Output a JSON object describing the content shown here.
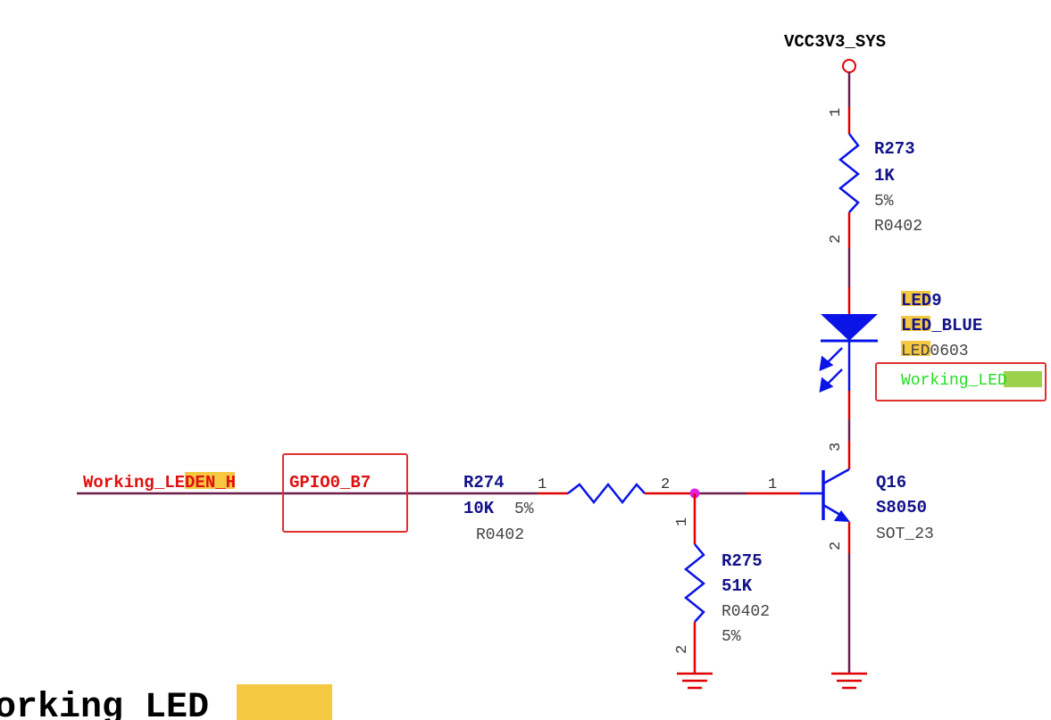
{
  "title": {
    "prefix": "Working",
    "highlight": "LED"
  },
  "power": {
    "net": "VCC3V3_SYS"
  },
  "r273": {
    "ref": "R273",
    "value": "1K",
    "tolerance": "5%",
    "package": "R0402",
    "pin1": "1",
    "pin2": "2"
  },
  "led9": {
    "ref_hl": "LED",
    "ref_num": "9",
    "value_hl": "LED",
    "value_rest": "_BLUE",
    "pkg_hl": "LED",
    "pkg_rest": "0603",
    "desc_prefix": "Working_",
    "desc_hl": "LED"
  },
  "q16": {
    "ref": "Q16",
    "value": "S8050",
    "package": "SOT_23",
    "pin1": "1",
    "pin2": "2",
    "pin3": "3"
  },
  "r274": {
    "ref": "R274",
    "value": "10K",
    "tolerance": "5%",
    "package": "R0402",
    "pin1": "1",
    "pin2": "2"
  },
  "r275": {
    "ref": "R275",
    "value": "51K",
    "package": "R0402",
    "tolerance": "5%",
    "pin1": "1",
    "pin2": "2"
  },
  "net_in": {
    "prefix": "Working_",
    "hl": "LEDEN",
    "suffix": "_H",
    "gpio": "GPIO0_B7"
  },
  "colors": {
    "wire": "#6b1f4a",
    "pin": "#e00000",
    "body": "#0a14e6",
    "netlabel": "#e01010",
    "label_blue": "#12128a",
    "highlight": "#f5c842",
    "highlight_green": "#9bd14b",
    "desc_green": "#22dd22",
    "box": "#e03030",
    "junction": "#e020e0"
  }
}
